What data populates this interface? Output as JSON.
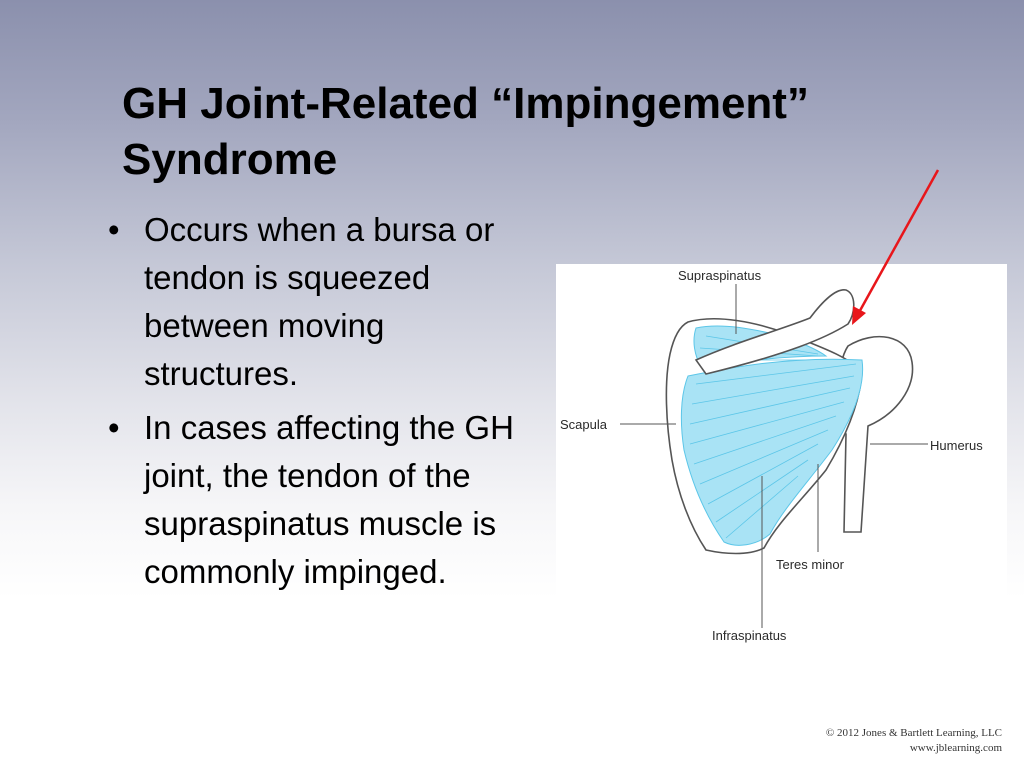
{
  "slide": {
    "title": "GH Joint-Related “Impingement” Syndrome",
    "bullets": [
      "Occurs when a bursa or tendon is squeezed between moving structures.",
      "In cases affecting the GH joint, the tendon of the supraspinatus muscle is commonly impinged."
    ],
    "bullet_symbol": "•"
  },
  "figure": {
    "labels": {
      "supraspinatus": "Supraspinatus",
      "scapula": "Scapula",
      "humerus": "Humerus",
      "teres_minor": "Teres minor",
      "infraspinatus": "Infraspinatus"
    },
    "colors": {
      "muscle": "#a9e3f5",
      "muscle_fibers": "#5cc6e8",
      "bone_outline": "#555555",
      "arrow": "#e8161b"
    }
  },
  "footer": {
    "copyright_line1": "© 2012 Jones & Bartlett Learning, LLC",
    "copyright_line2": "www.jblearning.com"
  }
}
